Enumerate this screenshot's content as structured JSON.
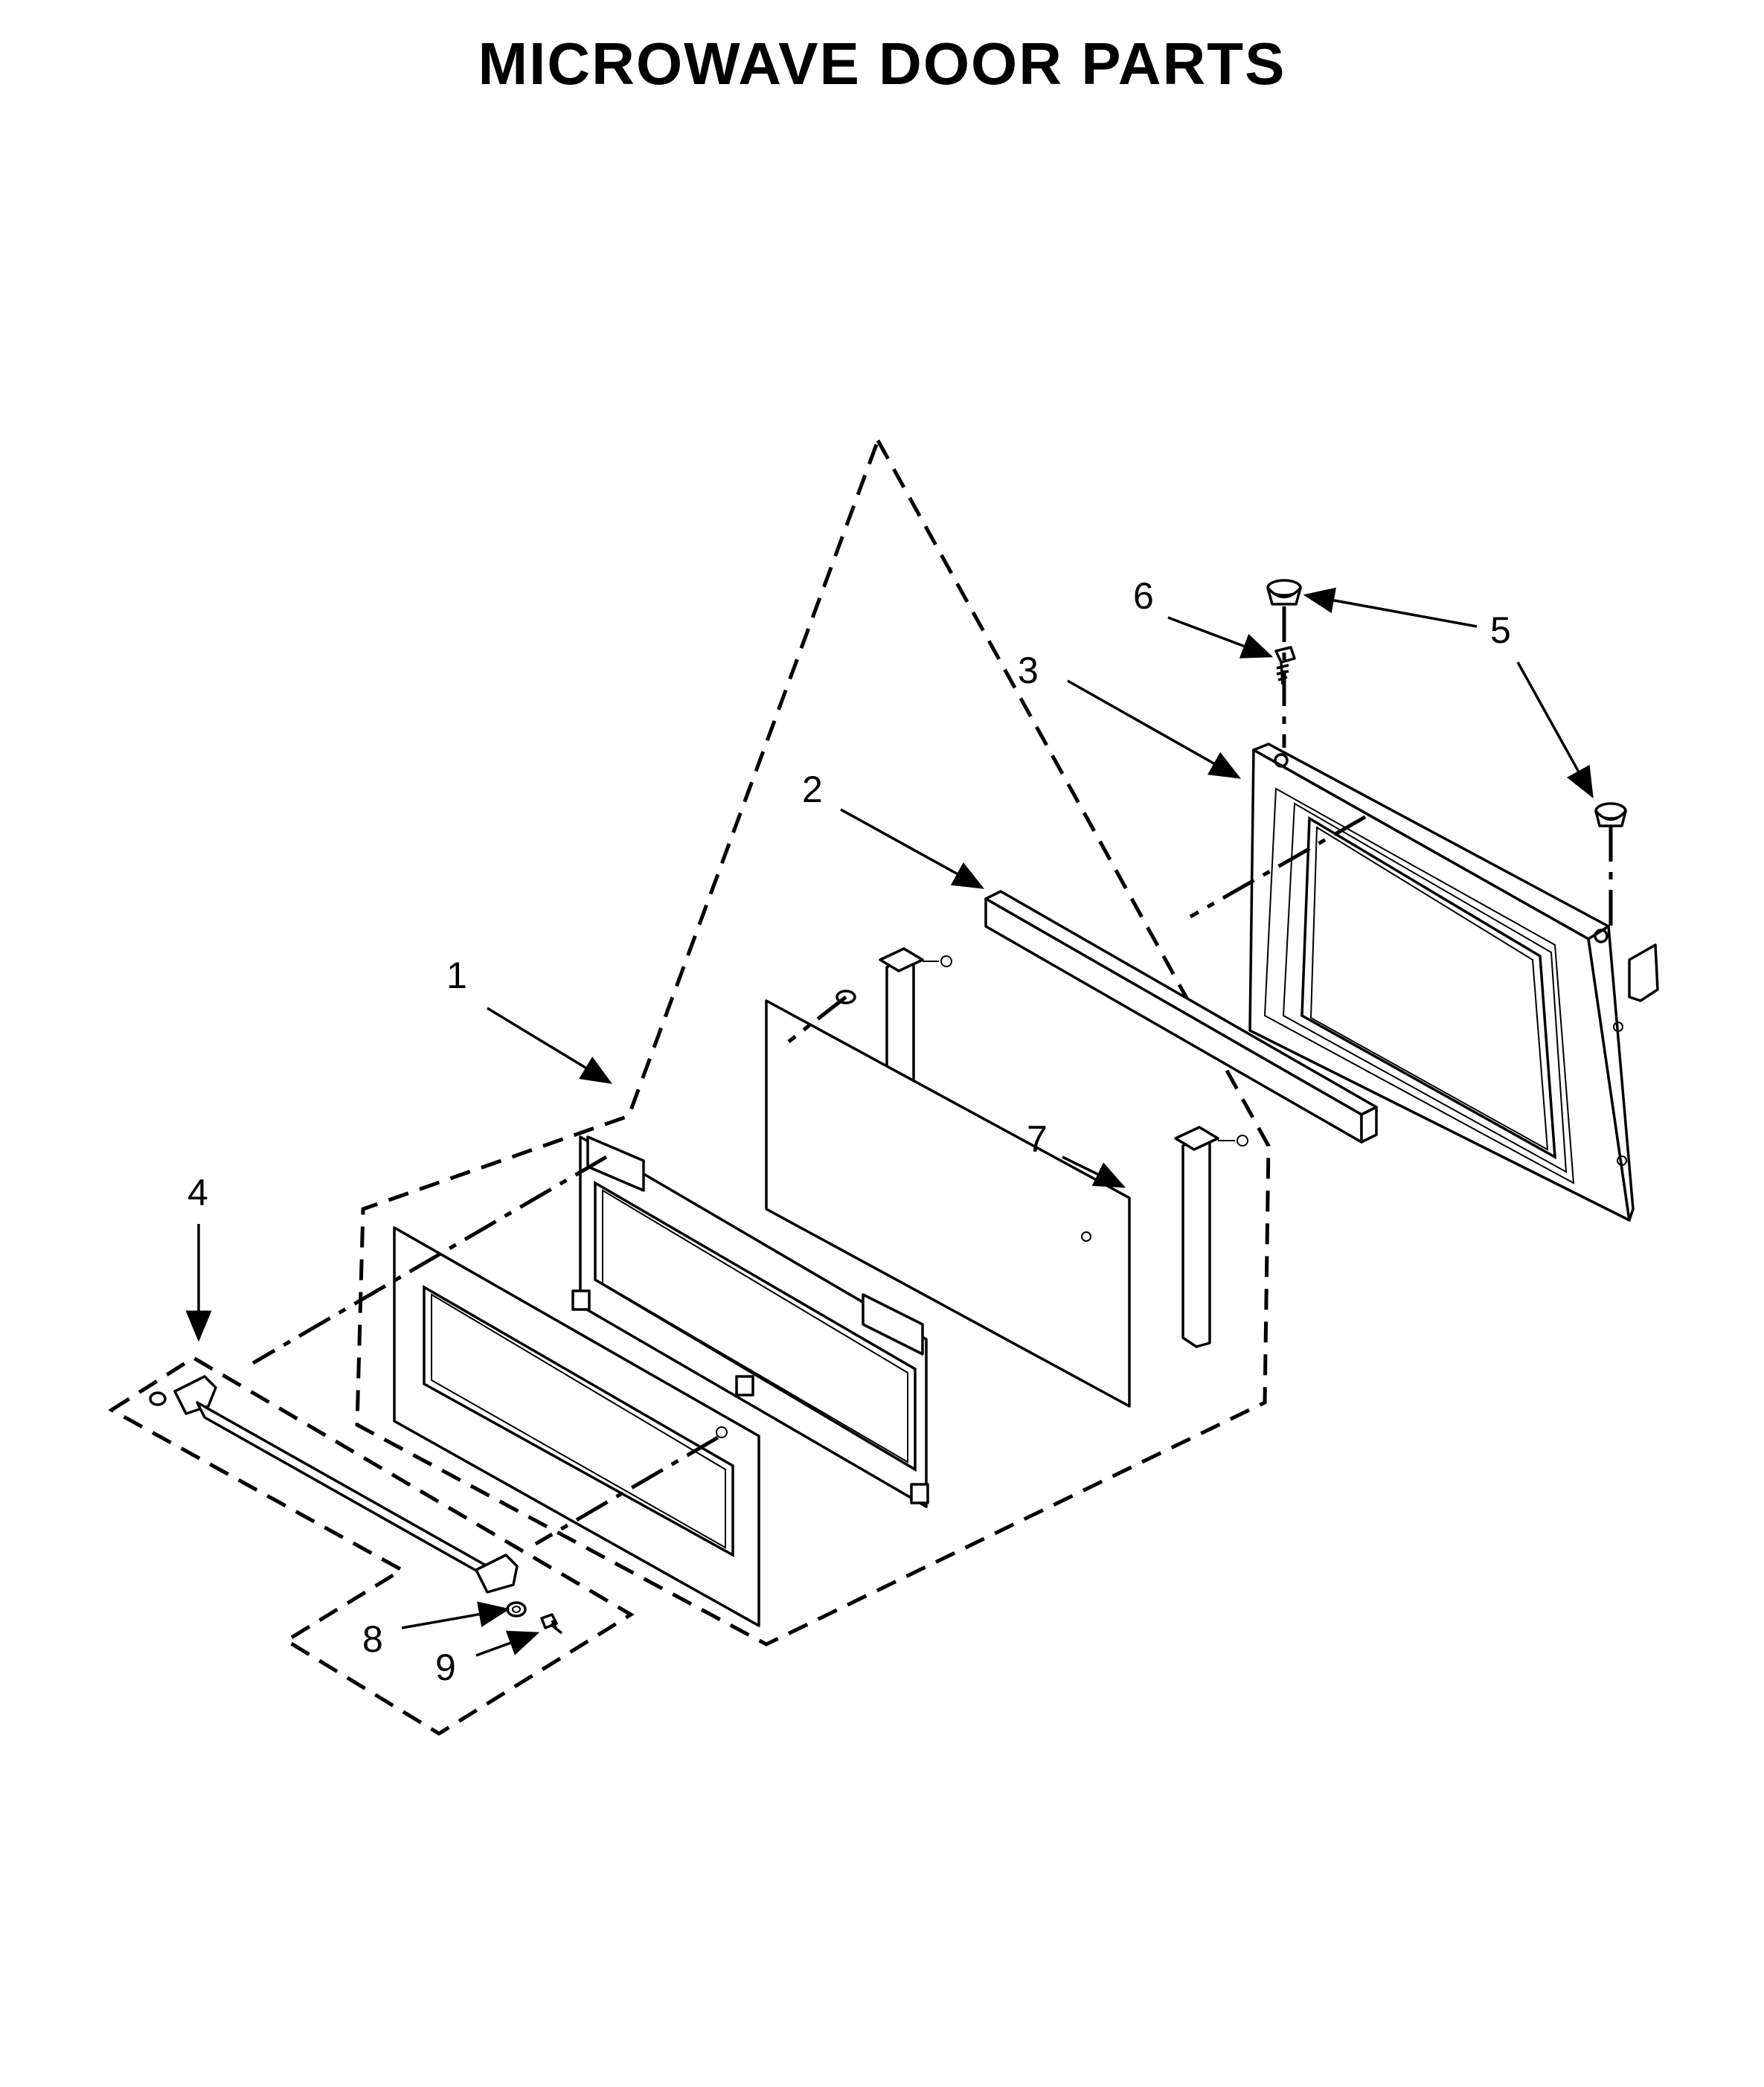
{
  "title": "MICROWAVE DOOR PARTS",
  "callouts": [
    {
      "id": "1",
      "label": "1"
    },
    {
      "id": "2",
      "label": "2"
    },
    {
      "id": "3",
      "label": "3"
    },
    {
      "id": "4",
      "label": "4"
    },
    {
      "id": "5",
      "label": "5"
    },
    {
      "id": "6",
      "label": "6"
    },
    {
      "id": "7",
      "label": "7"
    },
    {
      "id": "8",
      "label": "8"
    },
    {
      "id": "9",
      "label": "9"
    }
  ]
}
